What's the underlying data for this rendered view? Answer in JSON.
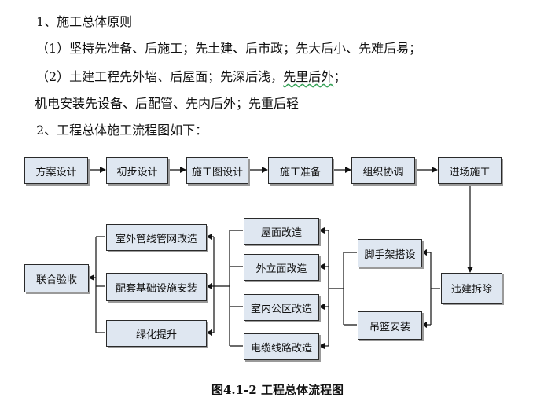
{
  "text": {
    "line1": "1、施工总体原则",
    "line2": "（1）坚持先准备、后施工；先土建、后市政；先大后小、先难后易；",
    "line3_pre": "（2）土建工程先外墙、后屋面；先深后浅，",
    "line3_wavy": "先里后外",
    "line3_post": "；",
    "line4": "机电安装先设备、后配管、先内后外；先重后轻",
    "line5": "2、工程总体施工流程图如下："
  },
  "flow": {
    "top_row": [
      "方案设计",
      "初步设计",
      "施工图设计",
      "施工准备",
      "组织协调",
      "进场施工"
    ],
    "demolition": "违建拆除",
    "equipment": [
      "脚手架搭设",
      "吊篮安装"
    ],
    "renovation": [
      "屋面改造",
      "外立面改造",
      "室内公区改造",
      "电缆线路改造"
    ],
    "outdoor": [
      "室外管线管网改造",
      "配套基础设施安装",
      "绿化提升"
    ],
    "final": "联合验收"
  },
  "caption": "图4.1-2  工程总体流程图"
}
